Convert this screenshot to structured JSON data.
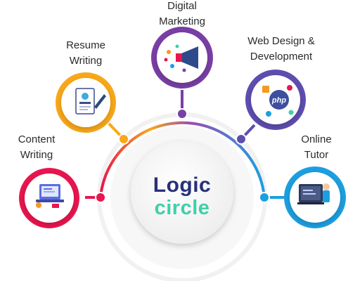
{
  "center": {
    "line1": "Logic",
    "line2": "circle"
  },
  "nodes": [
    {
      "id": "content-writing",
      "lines": [
        "Content",
        "Writing"
      ],
      "color": "#e8154f",
      "icon": "laptop-writing-icon"
    },
    {
      "id": "resume-writing",
      "lines": [
        "Resume",
        "Writing"
      ],
      "color": "#f9a81a",
      "icon": "resume-document-icon"
    },
    {
      "id": "digital-marketing",
      "lines": [
        "Digital",
        "Marketing"
      ],
      "color": "#7a3fa6",
      "icon": "megaphone-icon"
    },
    {
      "id": "web-design",
      "lines": [
        "Web Design &",
        "Development"
      ],
      "color": "#5f4db0",
      "icon": "php-gear-icon"
    },
    {
      "id": "online-tutor",
      "lines": [
        "Online",
        "Tutor"
      ],
      "color": "#1c9fe0",
      "icon": "tutor-board-icon"
    }
  ]
}
